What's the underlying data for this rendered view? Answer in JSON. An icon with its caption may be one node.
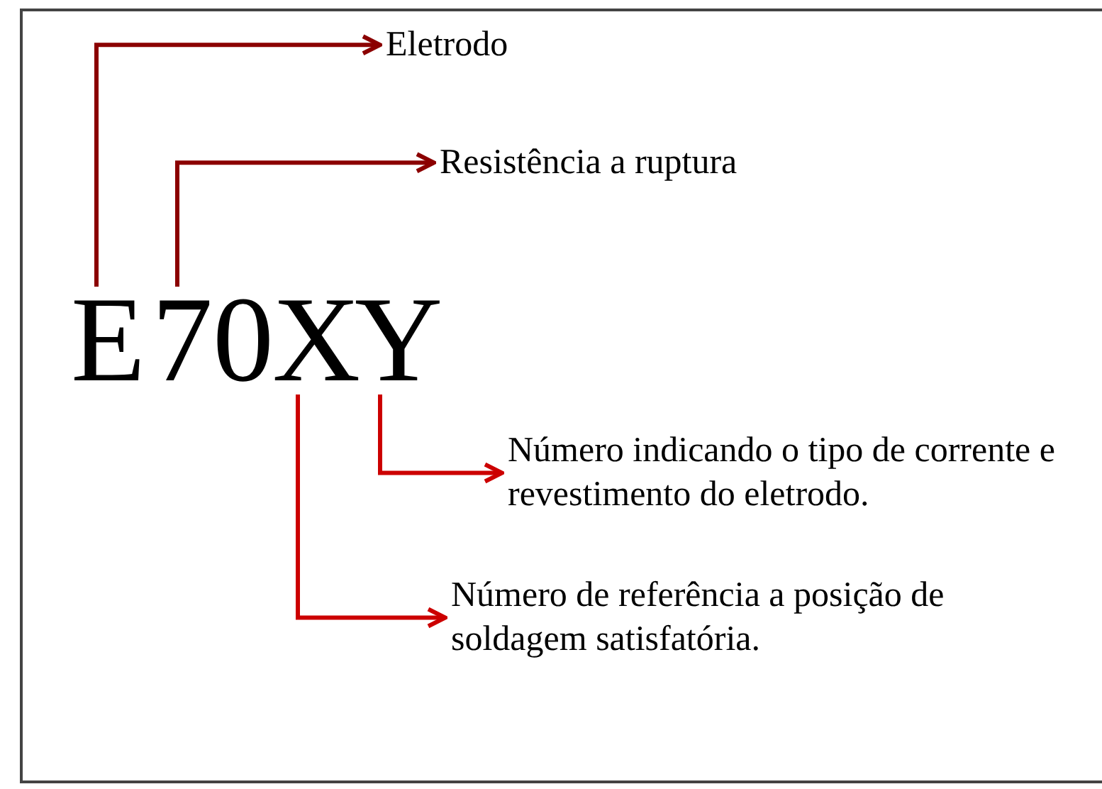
{
  "diagram": {
    "nodes": [
      {
        "text": [
          "E"
        ]
      },
      {
        "text": [
          "70"
        ]
      },
      {
        "text": [
          "X"
        ]
      },
      {
        "text": [
          "Y"
        ]
      },
      {
        "text": [
          "Eletrodo"
        ]
      },
      {
        "text": [
          "Resistência a ruptura"
        ]
      },
      {
        "text": [
          "Número indicando o tipo de corrente e revestimento do eletrodo."
        ]
      },
      {
        "text": [
          "Número de referência a posição de soldagem satisfatória."
        ]
      }
    ],
    "edges": [
      {
        "from": 0,
        "to": 4,
        "arrow": "to"
      },
      {
        "from": 1,
        "to": 5,
        "arrow": "to"
      },
      {
        "from": 3,
        "to": 6,
        "arrow": "to",
        "color": "#cc0000"
      },
      {
        "from": 2,
        "to": 7,
        "arrow": "to",
        "color": "#cc0000"
      }
    ]
  }
}
